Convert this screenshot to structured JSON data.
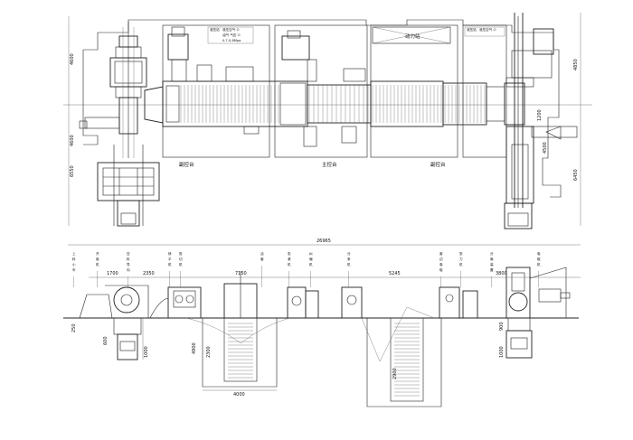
{
  "plan_view": {
    "dimensions_left": [
      "4600",
      "4600",
      "6550"
    ],
    "dimensions_right": [
      "4850",
      "1200",
      "4500",
      "6450"
    ],
    "box_labels": {
      "left_console": "副控台",
      "main_console": "主控台",
      "right_console": "副控台",
      "power_station": "动力站"
    },
    "air_spec_lines": [
      "液压站",
      "液压空气 ∅",
      "油气 气压 ∅",
      "0.7-0.8Mpa"
    ],
    "air_spec_lines_right": [
      "液压站",
      "液压空气 ∅"
    ]
  },
  "elevation_view": {
    "overall_length": "26965",
    "segment_dims": [
      "1700",
      "2350",
      "7150",
      "5245",
      "3800"
    ],
    "pit_dims": [
      "4900",
      "2300",
      "4000"
    ],
    "small_dims": [
      "1000",
      "900",
      "1000",
      "2900",
      "250",
      "600"
    ],
    "station_labels": [
      "上料小车",
      "开卷机",
      "压料导向",
      "矫平机",
      "剪切机",
      "活套",
      "张紧机",
      "纠偏机",
      "分条机",
      "废边卷取",
      "张力机",
      "分离装置",
      "卷取机"
    ]
  }
}
